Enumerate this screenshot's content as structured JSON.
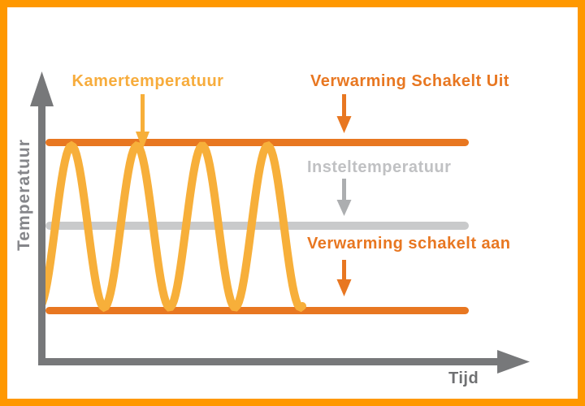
{
  "frame": {
    "border_color": "#FF9800",
    "background": "#FFFFFF"
  },
  "colors": {
    "dark_orange": "#E87721",
    "amber": "#F7AF3A",
    "line_gray": "#C9CACB",
    "arrow_gray": "#ACAEB0",
    "axis_gray": "#77787A"
  },
  "labels": {
    "kamertemperatuur": "Kamertemperatuur",
    "verwarming_uit": "Verwarming Schakelt Uit",
    "insteltemperatuur": "Insteltemperatuur",
    "verwarming_aan": "Verwarming schakelt aan",
    "tijd": "Tijd",
    "temperatuur": "Temperatuur"
  },
  "chart_data": {
    "type": "line",
    "title": "",
    "xlabel": "Tijd",
    "ylabel": "Temperatuur",
    "axes_numeric_ticks": false,
    "grid": false,
    "legend": "none",
    "reference_lines": [
      {
        "name": "Verwarming Schakelt Uit",
        "role": "heating-off-threshold",
        "relative_level": 1,
        "color": "#E87721"
      },
      {
        "name": "Insteltemperatuur",
        "role": "setpoint",
        "relative_level": 0,
        "color": "#C9CACB"
      },
      {
        "name": "Verwarming schakelt aan",
        "role": "heating-on-threshold",
        "relative_level": -1,
        "color": "#E87721"
      }
    ],
    "series": [
      {
        "name": "Kamertemperatuur",
        "shape": "sine",
        "cycles": 3.5,
        "oscillates_between": [
          "heating-on-threshold",
          "heating-off-threshold"
        ],
        "relative_min": -1,
        "relative_max": 1,
        "color": "#F7AF3A"
      }
    ],
    "annotations": [
      {
        "label": "Kamertemperatuur",
        "points_to": "room-temperature-wave",
        "color": "#F7AC3C"
      },
      {
        "label": "Verwarming Schakelt Uit",
        "points_to": "heating-off-line",
        "color": "#E87721"
      },
      {
        "label": "Insteltemperatuur",
        "points_to": "setpoint-line",
        "color": "#ACAEB0"
      },
      {
        "label": "Verwarming schakelt aan",
        "points_to": "heating-on-line",
        "color": "#E87721"
      }
    ],
    "wave_geometry": {
      "peak_x_first": 88,
      "period": 80.5,
      "center_y": 279,
      "amplitude": 99.5,
      "x_start": 52,
      "x_end": 373,
      "stroke_width": 10
    }
  }
}
